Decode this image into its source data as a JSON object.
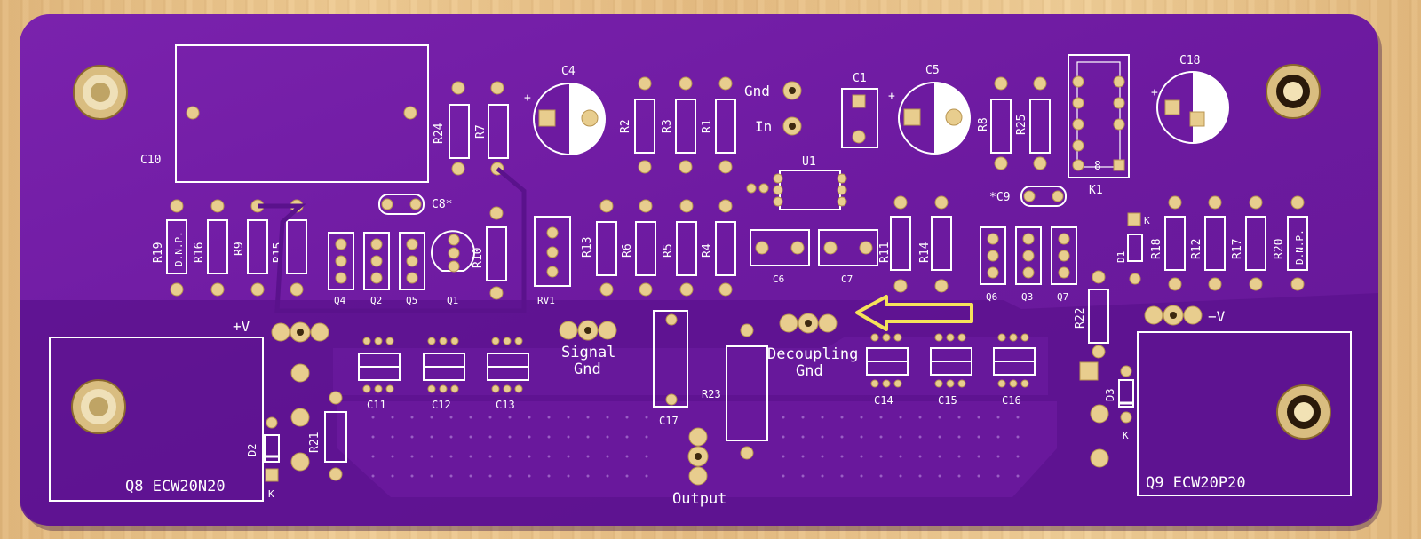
{
  "colors": {
    "board": "#6d1aa0",
    "board_light": "#7b22b0",
    "copper_pour": "#5a128c",
    "silkscreen": "#ffffff",
    "pad": "#e8cd8e",
    "arrow": "#f5e25a",
    "background_wood": "#e6bd84"
  },
  "pcb": {
    "labels": {
      "c10": "C10",
      "c4": "C4",
      "r24": "R24",
      "r7": "R7",
      "r2": "R2",
      "r3": "R3",
      "r1": "R1",
      "gnd": "Gnd",
      "in": "In",
      "c1": "C1",
      "c5": "C5",
      "r8": "R8",
      "r25": "R25",
      "c18": "C18",
      "k1": "K1",
      "k1_pin": "8",
      "u1": "U1",
      "c8": "C8*",
      "c9": "*C9",
      "r19": "R19",
      "r19_val": "D.N.P.",
      "r16": "R16",
      "r9": "R9",
      "r15": "R15",
      "q4": "Q4",
      "q2": "Q2",
      "q5": "Q5",
      "q1": "Q1",
      "r10": "R10",
      "rv1": "RV1",
      "r13": "R13",
      "r6": "R6",
      "r5": "R5",
      "r4": "R4",
      "c6": "C6",
      "c7": "C7",
      "r11": "R11",
      "r14": "R14",
      "q6": "Q6",
      "q3": "Q3",
      "q7": "Q7",
      "d1": "D1",
      "d1_k": "K",
      "r18": "R18",
      "r12": "R12",
      "r17": "R17",
      "r20": "R20",
      "r20_val": "D.N.P.",
      "r22": "R22",
      "plus_v": "+V",
      "minus_v": "−V",
      "signal": "Signal",
      "signal_gnd": "Gnd",
      "decoupling": "Decoupling",
      "decoupling_gnd": "Gnd",
      "c11": "C11",
      "c12": "C12",
      "c13": "C13",
      "c14": "C14",
      "c15": "C15",
      "c16": "C16",
      "c17": "C17",
      "r23": "R23",
      "r21": "R21",
      "d2": "D2",
      "d2_k": "K",
      "d3": "D3",
      "d3_k": "K",
      "q8": "Q8 ECW20N20",
      "q9": "Q9 ECW20P20",
      "output": "Output"
    },
    "annotation_arrow": {
      "icon": "arrow-left-icon",
      "color": "#f5e25a"
    }
  }
}
